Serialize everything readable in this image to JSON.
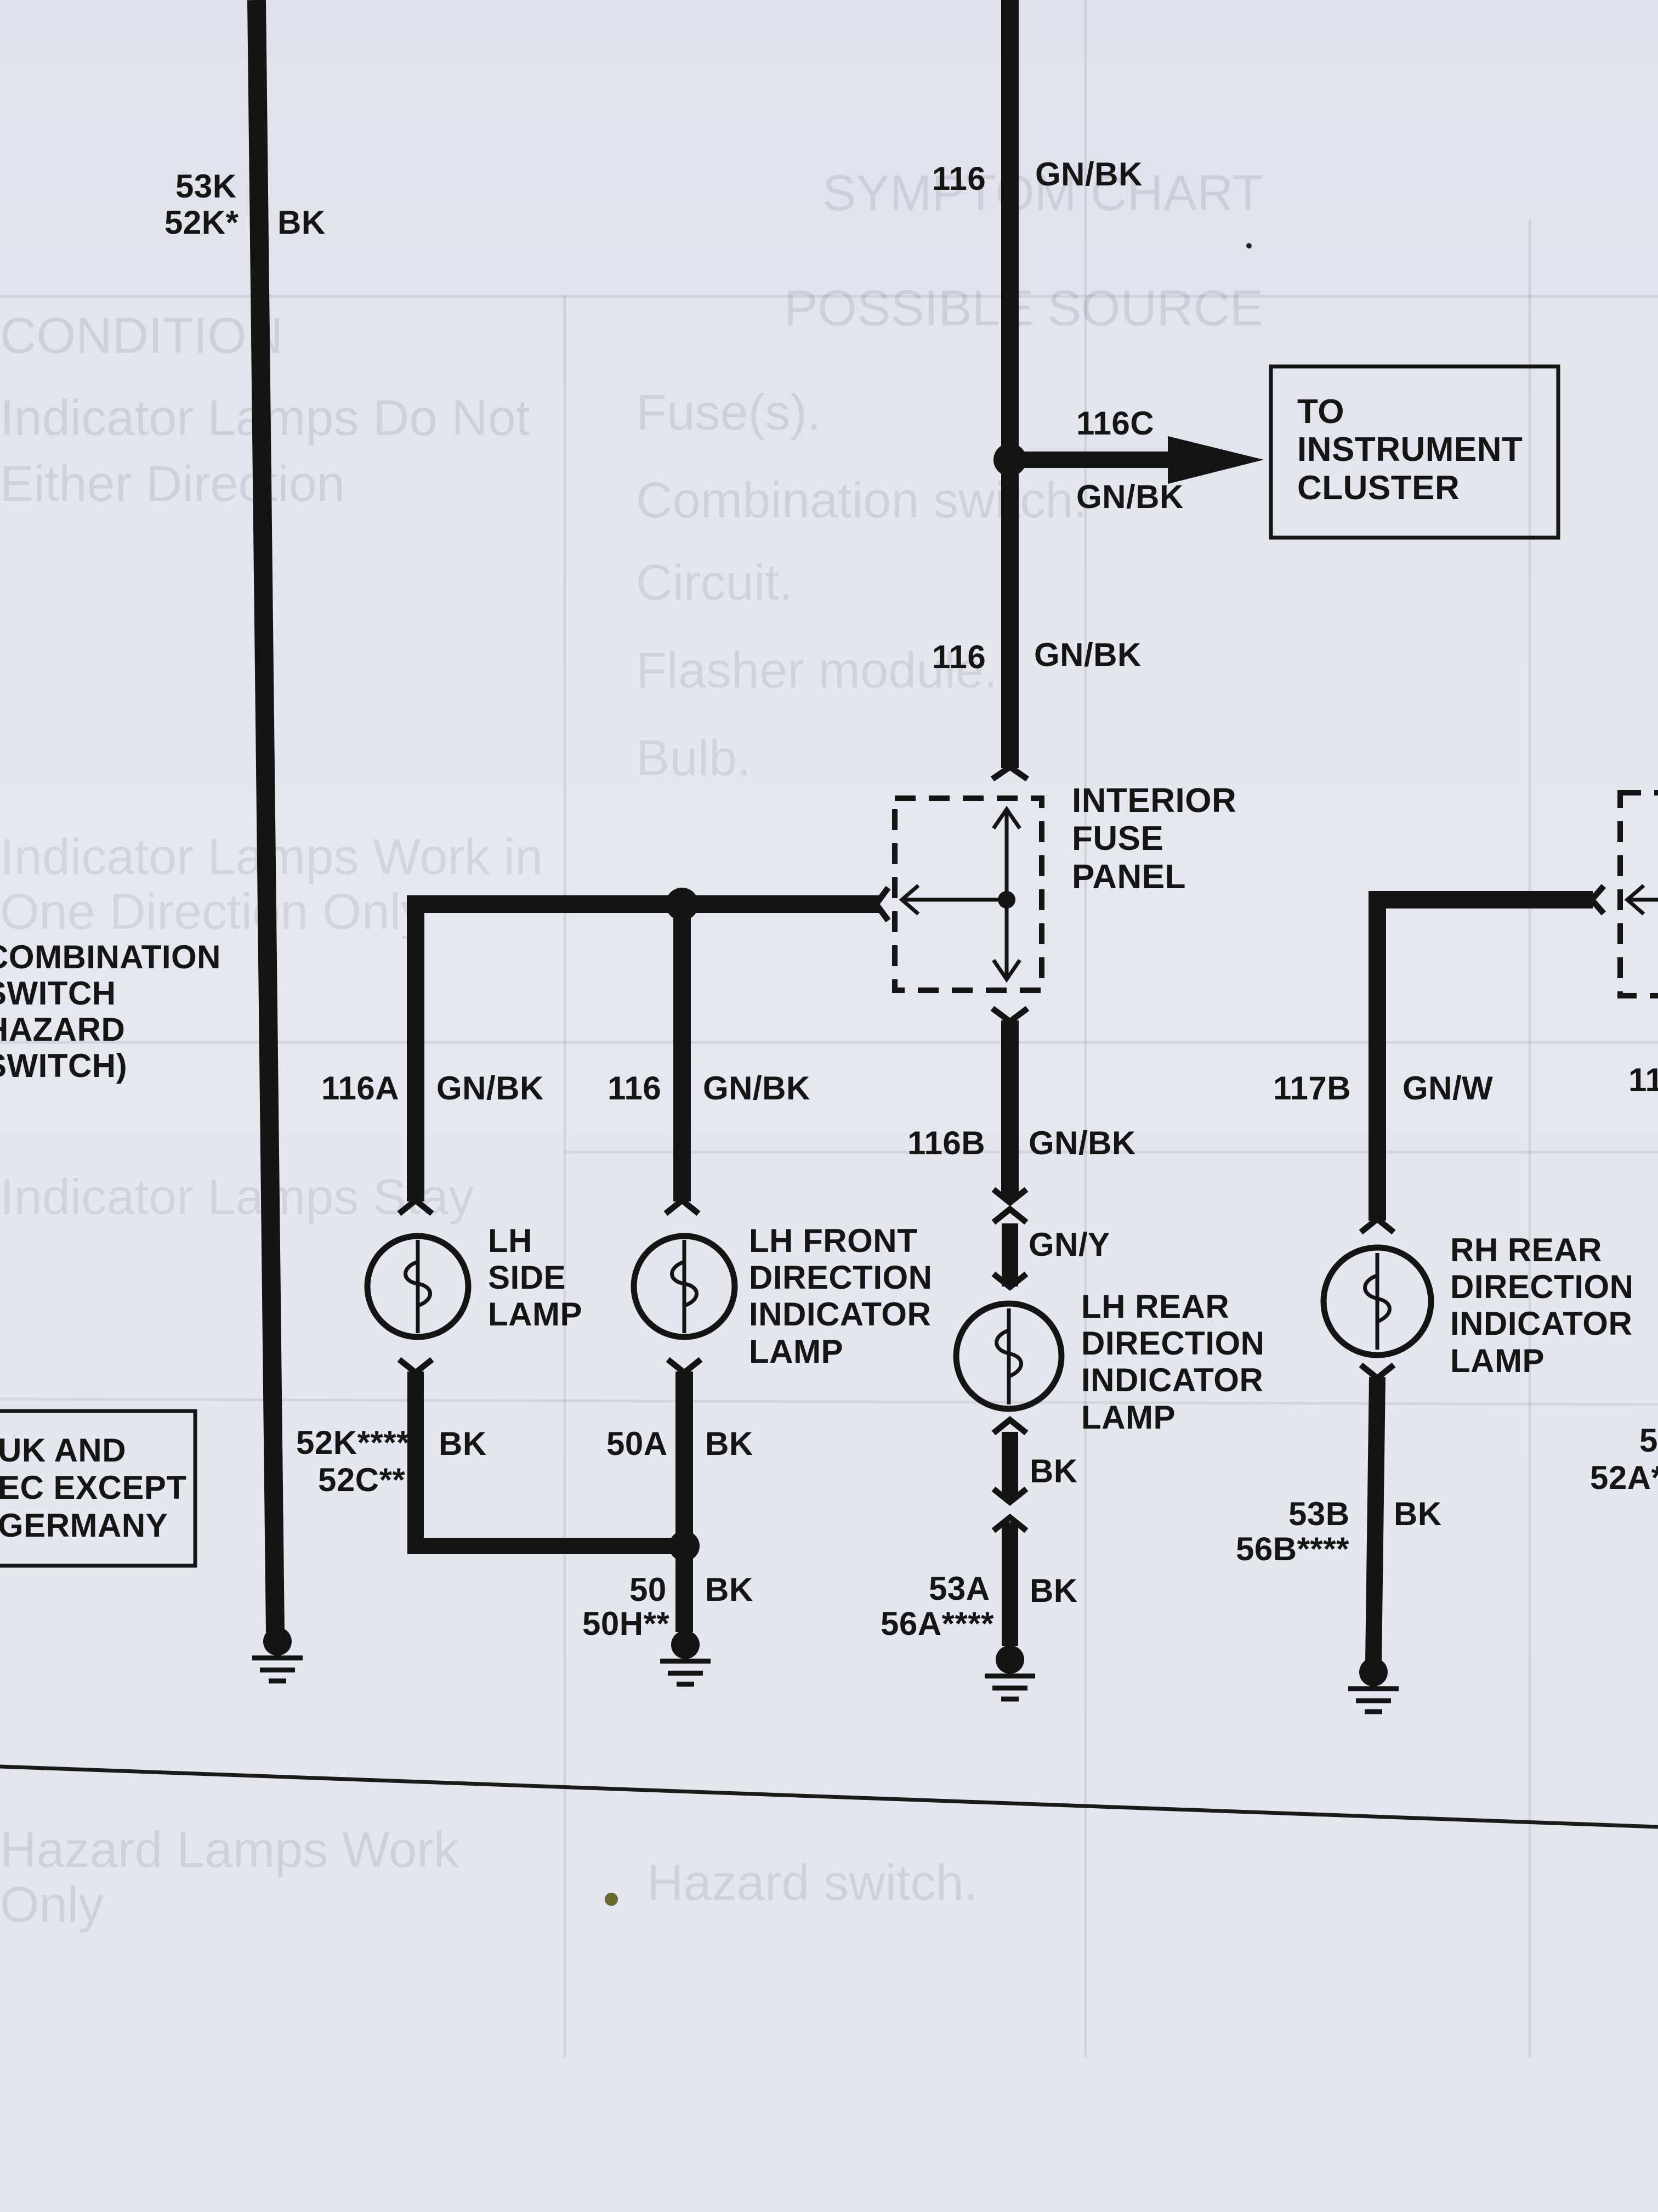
{
  "cluster_box": {
    "line1": "TO",
    "line2": "INSTRUMENT",
    "line3": "CLUSTER"
  },
  "fuse_panel": {
    "line1": "INTERIOR",
    "line2": "FUSE",
    "line3": "PANEL"
  },
  "combination_switch": {
    "line1": "COMBINATION",
    "line2": "SWITCH",
    "line3": "HAZARD",
    "line4": "SWITCH)"
  },
  "market_box": {
    "line1": "UK AND",
    "line2": "EC EXCEPT",
    "line3": "GERMANY"
  },
  "lamps": {
    "lh_side": {
      "line1": "LH",
      "line2": "SIDE",
      "line3": "LAMP"
    },
    "lh_front": {
      "line1": "LH FRONT",
      "line2": "DIRECTION",
      "line3": "INDICATOR",
      "line4": "LAMP"
    },
    "lh_rear": {
      "line1": "LH REAR",
      "line2": "DIRECTION",
      "line3": "INDICATOR",
      "line4": "LAMP"
    },
    "rh_rear": {
      "line1": "RH REAR",
      "line2": "DIRECTION",
      "line3": "INDICATOR",
      "line4": "LAMP"
    }
  },
  "wires": {
    "ground_left": {
      "num1": "53K",
      "num2": "52K*",
      "color": "BK"
    },
    "main_top": {
      "num": "116",
      "color": "GN/BK"
    },
    "cluster_feed": {
      "num": "116C",
      "color": "GN/BK"
    },
    "main_mid": {
      "num": "116",
      "color": "GN/BK"
    },
    "side_feed": {
      "num": "116A",
      "color": "GN/BK"
    },
    "front_feed": {
      "num": "116",
      "color": "GN/BK"
    },
    "rear_feed": {
      "num": "116B",
      "color": "GN/BK"
    },
    "rear_pigtail": {
      "color": "GN/Y"
    },
    "rh_feed": {
      "num": "117B",
      "color": "GN/W"
    },
    "rh_edge": {
      "num": "11"
    },
    "side_ground": {
      "num1": "52K****",
      "num2": "52C**",
      "color": "BK"
    },
    "front_ground": {
      "num": "50A",
      "color": "BK"
    },
    "common_ground": {
      "num1": "50",
      "num2": "50H**",
      "color": "BK"
    },
    "rear_lamp_ground": {
      "color": "BK"
    },
    "rear_ground": {
      "num1": "53A",
      "num2": "56A****",
      "color": "BK"
    },
    "rh_ground": {
      "num1": "53B",
      "num2": "56B****",
      "color": "BK"
    },
    "edge_ground": {
      "num1": "5",
      "num2": "52A*"
    }
  },
  "background_table": {
    "header_left": "CONDITION",
    "header_mid": "SYMPTOM CHART",
    "header_sub": "POSSIBLE SOURCE",
    "rows": [
      "Indicator Lamps Do Not",
      "Either Direction",
      "Fuse(s).",
      "Combination switch.",
      "Circuit.",
      "Flasher module.",
      "Bulb.",
      "Indicator Lamps Work in",
      "One Direction Only",
      "Indicator Lamps Stay",
      "Hazard switch.",
      "Hazard Lamps Work",
      "Only"
    ]
  },
  "colors": {
    "ink": "#151515",
    "paper": "#e4e6ef"
  }
}
